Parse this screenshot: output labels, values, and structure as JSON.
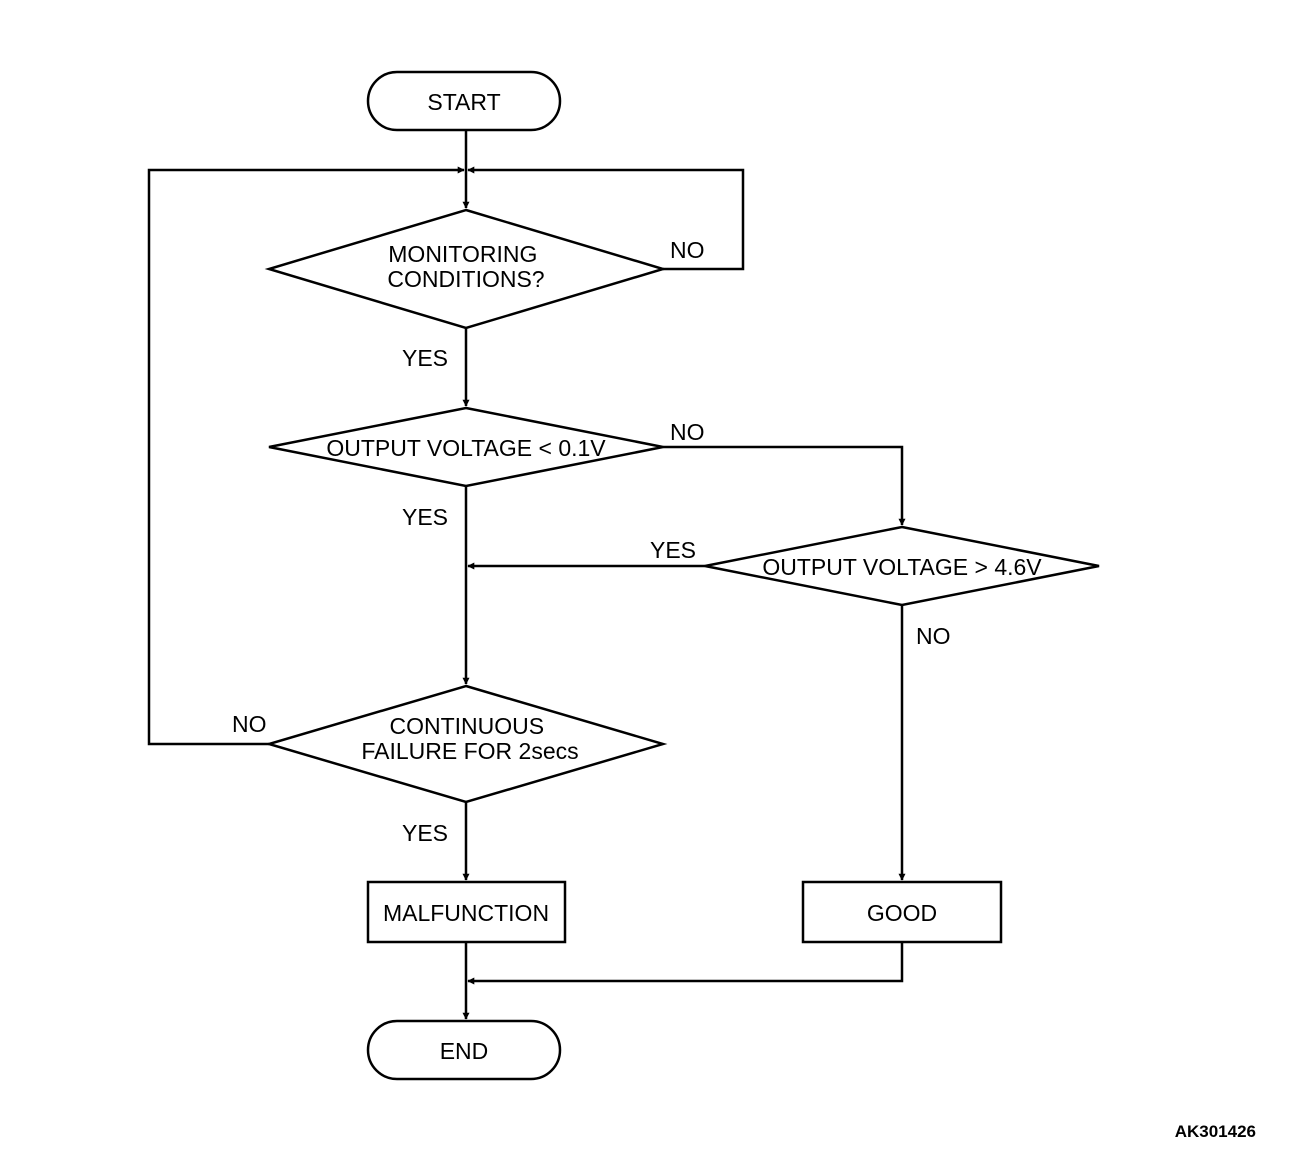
{
  "flowchart": {
    "start": "START",
    "end": "END",
    "decision_monitoring": [
      "MONITORING",
      "CONDITIONS?"
    ],
    "decision_low_voltage": "OUTPUT VOLTAGE < 0.1V",
    "decision_high_voltage": "OUTPUT VOLTAGE > 4.6V",
    "decision_continuous": [
      "CONTINUOUS",
      "FAILURE FOR 2secs"
    ],
    "result_malfunction": "MALFUNCTION",
    "result_good": "GOOD",
    "labels": {
      "monitoring_no": "NO",
      "monitoring_yes": "YES",
      "low_voltage_no": "NO",
      "low_voltage_yes": "YES",
      "high_voltage_yes": "YES",
      "high_voltage_no": "NO",
      "continuous_no": "NO",
      "continuous_yes": "YES"
    }
  },
  "figure_id": "AK301426"
}
